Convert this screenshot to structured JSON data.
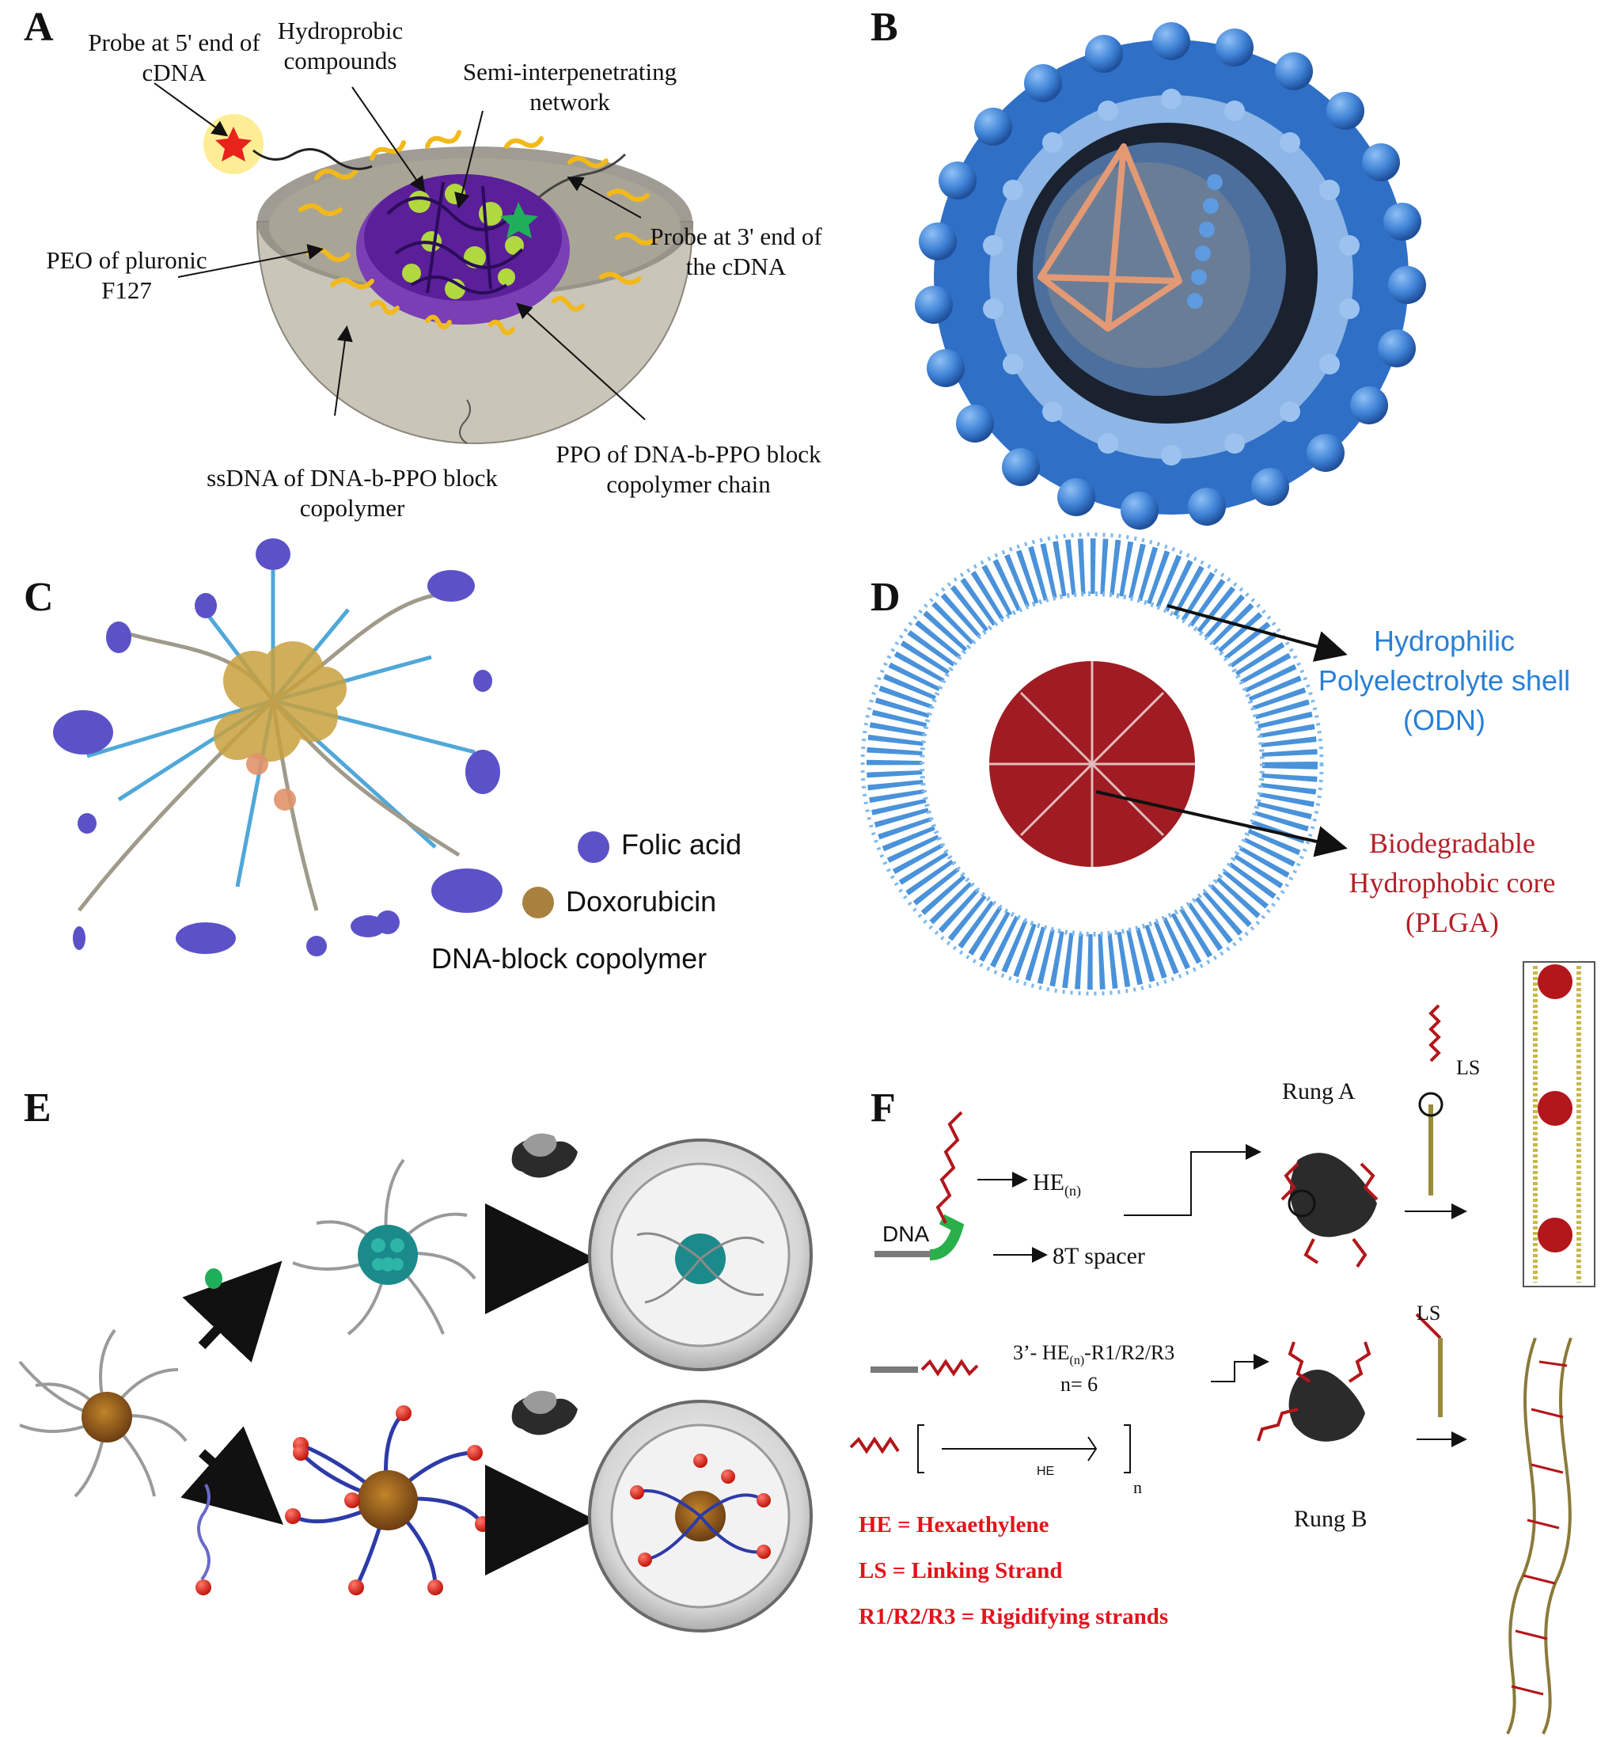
{
  "panels": {
    "a": {
      "letter": "A",
      "probe5": "Probe at 5' end of cDNA",
      "hydrophobic": "Hydroprobic compounds",
      "semi": "Semi-interpenetrating network",
      "probe3": "Probe at 3' end of the cDNA",
      "peo": "PEO of pluronic F127",
      "ssdna": "ssDNA of DNA-b-PPO block copolymer",
      "ppo": "PPO of DNA-b-PPO block copolymer chain"
    },
    "b": {
      "letter": "B"
    },
    "c": {
      "letter": "C",
      "legend_folic": "Folic acid",
      "legend_dox": "Doxorubicin",
      "legend_dna": "DNA-block copolymer",
      "colors": {
        "folic": "#5b52c8",
        "dox": "#a8813f",
        "dna": "#4fa8d8"
      }
    },
    "d": {
      "letter": "D",
      "shell_l1": "Hydrophilic",
      "shell_l2": "Polyelectrolyte shell",
      "shell_l3": "(ODN)",
      "core_l1": "Biodegradable",
      "core_l2": "Hydrophobic core",
      "core_l3": "(PLGA)",
      "colors": {
        "shell": "#2a7fd4",
        "core": "#a01c22"
      }
    },
    "e": {
      "letter": "E"
    },
    "f": {
      "letter": "F",
      "he_n": "HE",
      "he_sub": "(n)",
      "dna": "DNA",
      "spacer": "8T spacer",
      "rung_a": "Rung A",
      "rung_b": "Rung B",
      "ls_top": "LS",
      "ls_bottom": "LS",
      "formula_l1a": "3’- HE",
      "formula_l1sub": "(n)",
      "formula_l1b": "-R1/R2/R3",
      "formula_l2": "n= 6",
      "struct_he": "HE",
      "struct_n": "n",
      "legend_he": "HE = Hexaethylene",
      "legend_ls": "LS = Linking Strand",
      "legend_r": "R1/R2/R3 = Rigidifying strands",
      "colors": {
        "legend": "#e3131b",
        "strand": "#b3161b"
      }
    }
  }
}
